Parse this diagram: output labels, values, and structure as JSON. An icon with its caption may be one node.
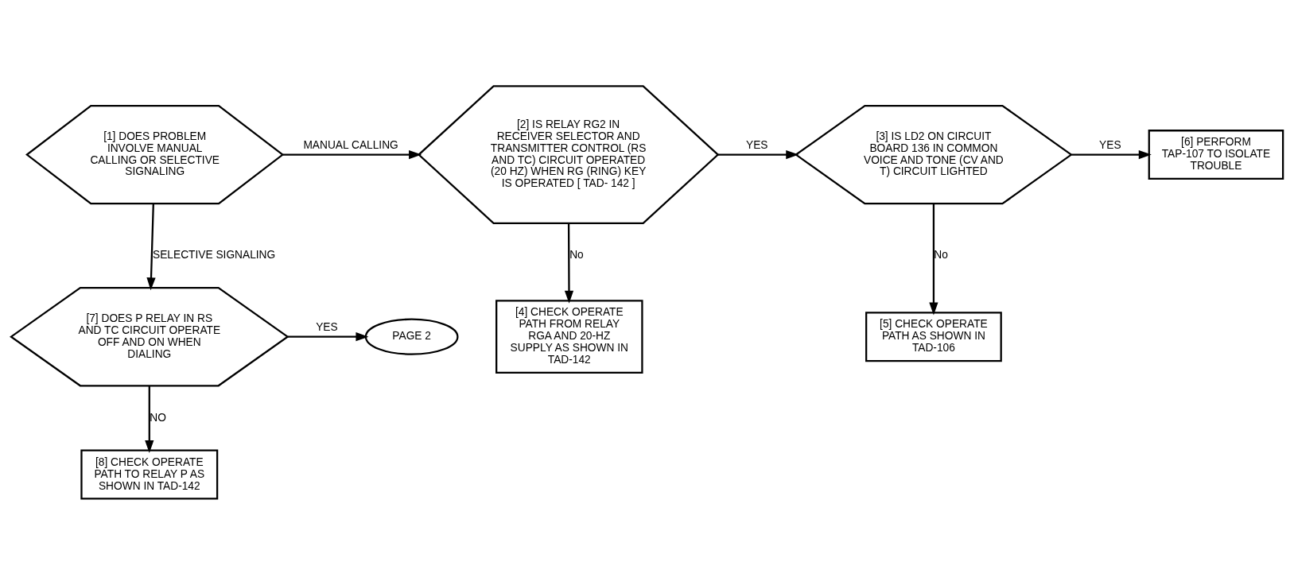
{
  "diagram": {
    "nodes": [
      {
        "text": [
          "[1] DOES PROBLEM INVOLVE MANUAL CALLING OR SELECTIVE SIGNALING"
        ]
      },
      {
        "text": [
          "[2] IS RELAY RG2 IN RECEIVER SELECTOR AND TRANSMITTER CONTROL (RS AND TC) CIRCUIT OPERATED (20 HZ) WHEN RG (RING) KEY IS OPERATED [ TAD- 142 ]"
        ]
      },
      {
        "text": [
          "[3] IS LD2 ON CIRCUIT BOARD 136 IN COMMON VOICE AND TONE (CV AND T) CIRCUIT LIGHTED"
        ]
      },
      {
        "text": [
          "[6] PERFORM TAP-107 TO ISOLATE TROUBLE"
        ]
      },
      {
        "text": [
          "[4] CHECK OPERATE PATH FROM RELAY RGA AND 20-HZ SUPPLY AS SHOWN IN TAD-142"
        ]
      },
      {
        "text": [
          "[5] CHECK OPERATE PATH AS SHOWN IN TAD-106"
        ]
      },
      {
        "text": [
          "[7] DOES P RELAY IN RS AND TC CIRCUIT OPERATE OFF AND ON WHEN DIALING"
        ]
      },
      {
        "text": [
          "PAGE 2"
        ]
      },
      {
        "text": [
          "[8] CHECK OPERATE PATH TO RELAY P AS SHOWN IN TAD-142"
        ]
      }
    ],
    "edges": [
      {
        "from": 0,
        "to": 1,
        "arrow": "to",
        "label": "MANUAL CALLING"
      },
      {
        "from": 1,
        "to": 2,
        "arrow": "to",
        "label": "YES"
      },
      {
        "from": 2,
        "to": 3,
        "arrow": "to",
        "label": "YES"
      },
      {
        "from": 1,
        "to": 4,
        "arrow": "to",
        "label": "No"
      },
      {
        "from": 2,
        "to": 5,
        "arrow": "to",
        "label": "No"
      },
      {
        "from": 0,
        "to": 6,
        "arrow": "to",
        "label": "SELECTIVE SIGNALING"
      },
      {
        "from": 6,
        "to": 7,
        "arrow": "to",
        "label": "YES"
      },
      {
        "from": 6,
        "to": 8,
        "arrow": "to",
        "label": "NO"
      }
    ]
  }
}
